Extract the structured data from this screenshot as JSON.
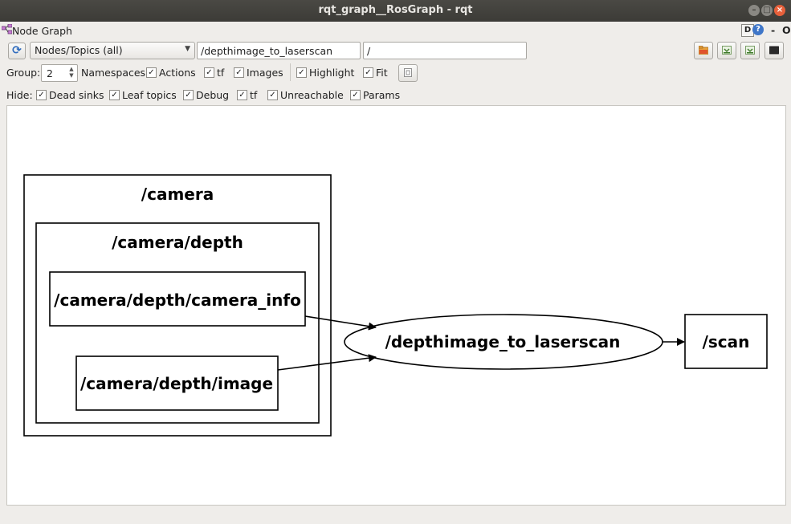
{
  "window": {
    "title": "rqt_graph__RosGraph - rqt"
  },
  "plugin": {
    "title": "Node Graph",
    "d_label": "D",
    "help_label": "?",
    "min_label": "-",
    "close_label": "O"
  },
  "toolbar": {
    "mode": "Nodes/Topics (all)",
    "filter": "/depthimage_to_laserscan",
    "topic_filter": "/"
  },
  "options": {
    "group_label": "Group:",
    "group_value": "2",
    "namespaces": "Namespaces",
    "actions": "Actions",
    "tf": "tf",
    "images": "Images",
    "highlight": "Highlight",
    "fit": "Fit",
    "check": "✓"
  },
  "hide": {
    "label": "Hide:",
    "dead_sinks": "Dead sinks",
    "leaf_topics": "Leaf topics",
    "debug": "Debug",
    "tf": "tf",
    "unreachable": "Unreachable",
    "params": "Params"
  },
  "graph": {
    "ns_camera": "/camera",
    "ns_camera_depth": "/camera/depth",
    "topic_camera_info": "/camera/depth/camera_info",
    "topic_image": "/camera/depth/image",
    "node": "/depthimage_to_laserscan",
    "topic_scan": "/scan"
  }
}
